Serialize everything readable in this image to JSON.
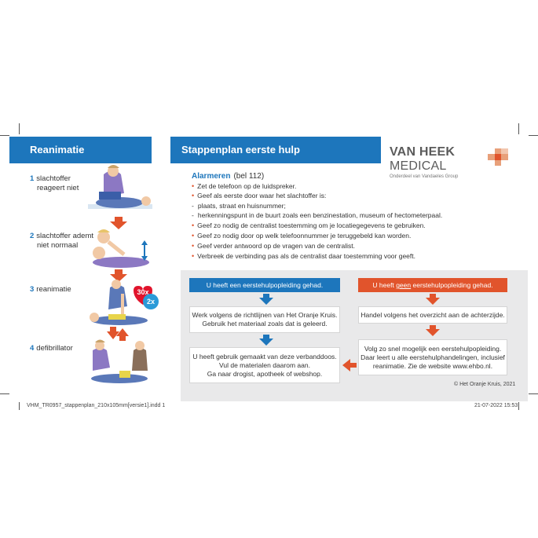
{
  "left": {
    "title": "Reanimatie",
    "steps": [
      {
        "num": "1",
        "line1": "slachtoffer",
        "line2": "reageert niet"
      },
      {
        "num": "2",
        "line1": "slachtoffer ademt",
        "line2": "niet normaal"
      },
      {
        "num": "3",
        "line1": "reanimatie",
        "line2": ""
      },
      {
        "num": "4",
        "line1": "defibrillator",
        "line2": ""
      }
    ],
    "badge_30x": "30x",
    "badge_2x": "2x"
  },
  "middle": {
    "title": "Stappenplan eerste hulp",
    "section_title": "Alarmeren",
    "section_sub": "(bel 112)",
    "bullets": [
      {
        "type": "dot",
        "text": "Zet de telefoon op de luidspreker."
      },
      {
        "type": "dot",
        "text": "Geef als eerste door waar het slachtoffer is:"
      },
      {
        "type": "dash",
        "text": "plaats, straat en huisnummer;"
      },
      {
        "type": "dash",
        "text": "herkenningspunt in de buurt zoals een benzinestation, museum of hectometerpaal."
      },
      {
        "type": "dot",
        "text": "Geef zo nodig de centralist toestemming om je locatiegegevens te gebruiken."
      },
      {
        "type": "dot",
        "text": "Geef zo nodig door op welk telefoonnummer je teruggebeld kan worden."
      },
      {
        "type": "dot",
        "text": "Geef verder antwoord op de vragen van de centralist."
      },
      {
        "type": "dot",
        "text": "Verbreek de verbinding pas als de centralist daar toestemming voor geeft."
      }
    ]
  },
  "logo": {
    "brand_bold": "VAN HEEK",
    "brand_light": "MEDICAL",
    "subtitle": "Onderdeel van Vandaeles Group"
  },
  "flow": {
    "blue_header": "U heeft een eerstehulpopleiding gehad.",
    "red_header_pre": "U heeft ",
    "red_header_em": "geen",
    "red_header_post": " eerstehulpopleiding gehad.",
    "blue_box1_l1": "Werk volgens de richtlijnen van Het Oranje Kruis.",
    "blue_box1_l2": "Gebruik het materiaal zoals dat is geleerd.",
    "blue_box2_l1": "U heeft gebruik gemaakt van deze verbanddoos.",
    "blue_box2_l2": "Vul de materialen daarom aan.",
    "blue_box2_l3": "Ga naar drogist, apotheek of webshop.",
    "red_box1": "Handel volgens het overzicht aan  de achterzijde.",
    "red_box2_l1": "Volg zo snel mogelijk een eerstehulpopleiding.",
    "red_box2_l2": "Daar leert u alle eerstehulphandelingen, inclusief",
    "red_box2_l3": "reanimatie. Zie de website www.ehbo.nl.",
    "copyright": "© Het Oranje Kruis, 2021"
  },
  "footer": {
    "file": "VHM_TR0957_stappenplan_210x105mm[versie1].indd   1",
    "datetime": "21-07-2022   15:53"
  },
  "colors": {
    "blue": "#1d76bc",
    "red": "#e1542c",
    "grey": "#e9e9ea"
  }
}
